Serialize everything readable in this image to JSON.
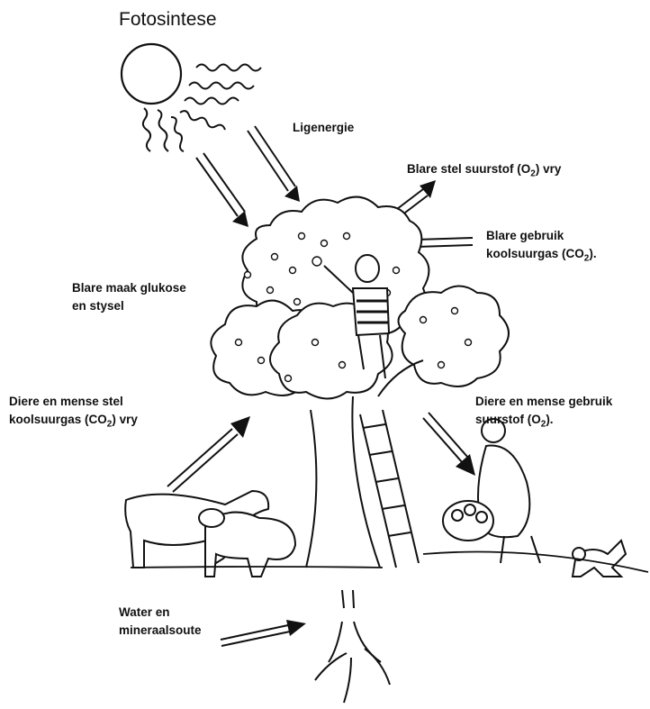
{
  "title": "Fotosintese",
  "labels": {
    "light_energy": "Ligenergie",
    "oxygen_release": {
      "text": "Blare stel suurstof (O",
      "sub": "2",
      "tail": ") vry"
    },
    "co2_use": {
      "line1": "Blare gebruik",
      "line2": "koolsuurgas (CO",
      "sub": "2",
      "tail": ")."
    },
    "glucose": {
      "line1": "Blare maak glukose",
      "line2": "en stysel"
    },
    "animals_release": {
      "line1": "Diere en mense stel",
      "line2": "koolsuurgas (CO",
      "sub": "2",
      "tail": ") vry"
    },
    "animals_use": {
      "line1": "Diere en mense gebruik",
      "line2": "suurstof (O",
      "sub": "2",
      "tail": ")."
    },
    "water": {
      "line1": "Water en",
      "line2": "mineraalsoute"
    }
  },
  "colors": {
    "ink": "#111111",
    "paper": "#ffffff"
  }
}
